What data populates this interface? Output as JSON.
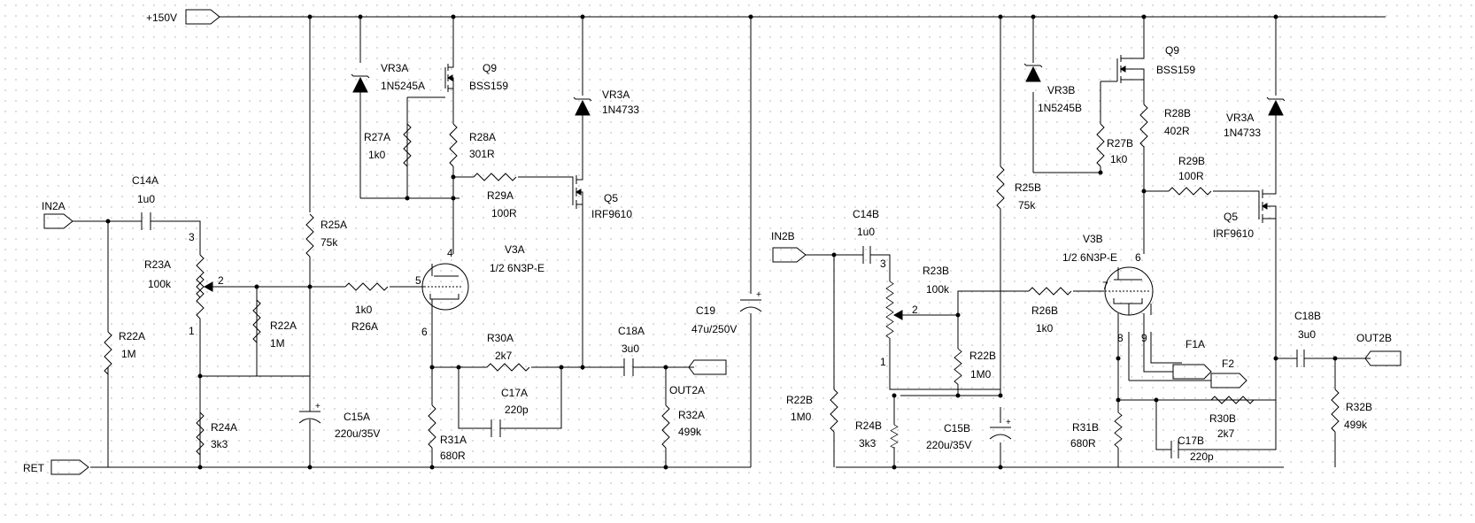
{
  "ports": {
    "vplus": "+150V",
    "ret": "RET",
    "in_a": "IN2A",
    "out_a": "OUT2A",
    "in_b": "IN2B",
    "out_b": "OUT2B",
    "f1a": "F1A",
    "f2": "F2"
  },
  "channel_a": {
    "c14": {
      "ref": "C14A",
      "value": "1u0"
    },
    "r23": {
      "ref": "R23A",
      "value": "100k",
      "pin3": "3",
      "pin2": "2",
      "pin1": "1"
    },
    "r22_in": {
      "ref": "R22A",
      "value": "1M"
    },
    "r22_pot": {
      "ref": "R22A",
      "value": "1M"
    },
    "r24": {
      "ref": "R24A",
      "value": "3k3"
    },
    "r25": {
      "ref": "R25A",
      "value": "75k"
    },
    "c15": {
      "ref": "C15A",
      "value": "220u/35V"
    },
    "r26": {
      "ref": "R26A",
      "value": "1k0"
    },
    "vr3": {
      "ref": "VR3A",
      "value": "1N5245A"
    },
    "q9": {
      "ref": "Q9",
      "value": "BSS159"
    },
    "r27": {
      "ref": "R27A",
      "value": "1k0"
    },
    "r28": {
      "ref": "R28A",
      "value": "301R"
    },
    "r29": {
      "ref": "R29A",
      "value": "100R"
    },
    "vr3b": {
      "ref": "VR3A",
      "value": "1N4733"
    },
    "q5": {
      "ref": "Q5",
      "value": "IRF9610"
    },
    "v3": {
      "ref": "V3A",
      "value": "1/2 6N3P-E",
      "pin_anode": "4",
      "pin_grid": "5",
      "pin_cathode": "6"
    },
    "r30": {
      "ref": "R30A",
      "value": "2k7"
    },
    "c17": {
      "ref": "C17A",
      "value": "220p"
    },
    "r31": {
      "ref": "R31A",
      "value": "680R"
    },
    "c18": {
      "ref": "C18A",
      "value": "3u0"
    },
    "r32": {
      "ref": "R32A",
      "value": "499k"
    }
  },
  "c19": {
    "ref": "C19",
    "value": "47u/250V"
  },
  "channel_b": {
    "c14": {
      "ref": "C14B",
      "value": "1u0"
    },
    "r23": {
      "ref": "R23B",
      "value": "100k",
      "pin3": "3",
      "pin2": "2",
      "pin1": "1"
    },
    "r22_in": {
      "ref": "R22B",
      "value": "1M0"
    },
    "r22_pot": {
      "ref": "R22B",
      "value": "1M0"
    },
    "r24": {
      "ref": "R24B",
      "value": "3k3"
    },
    "r25": {
      "ref": "R25B",
      "value": "75k"
    },
    "c15": {
      "ref": "C15B",
      "value": "220u/35V"
    },
    "r26": {
      "ref": "R26B",
      "value": "1k0"
    },
    "vr3": {
      "ref": "VR3B",
      "value": "1N5245B"
    },
    "q9": {
      "ref": "Q9",
      "value": "BSS159"
    },
    "r27": {
      "ref": "R27B",
      "value": "1k0"
    },
    "r28": {
      "ref": "R28B",
      "value": "402R"
    },
    "r29": {
      "ref": "R29B",
      "value": "100R"
    },
    "vr3b": {
      "ref": "VR3A",
      "value": "1N4733"
    },
    "q5": {
      "ref": "Q5",
      "value": "IRF9610"
    },
    "v3": {
      "ref": "V3B",
      "value": "1/2 6N3P-E",
      "pin_anode": "6",
      "pin_grid": "7",
      "pin_cathode": "8",
      "pin_heater": "9"
    },
    "r30": {
      "ref": "R30B",
      "value": "2k7"
    },
    "c17": {
      "ref": "C17B",
      "value": "220p"
    },
    "r31": {
      "ref": "R31B",
      "value": "680R"
    },
    "c18": {
      "ref": "C18B",
      "value": "3u0"
    },
    "r32": {
      "ref": "R32B",
      "value": "499k"
    }
  }
}
